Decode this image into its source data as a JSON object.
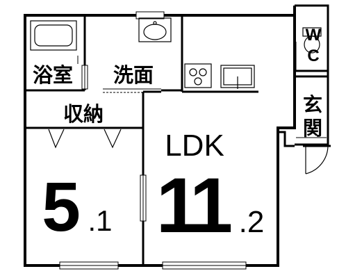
{
  "rooms": {
    "bath": {
      "label": "浴室"
    },
    "washroom": {
      "label": "洗面"
    },
    "storage": {
      "label": "収納"
    },
    "wc": {
      "label_top": "W",
      "label_bottom": "C"
    },
    "entrance": {
      "label_top": "玄",
      "label_bottom": "関"
    },
    "ldk": {
      "label": "LDK",
      "size_int": "11",
      "size_dec": ".2"
    },
    "western": {
      "size_int": "5",
      "size_dec": ".1"
    }
  }
}
